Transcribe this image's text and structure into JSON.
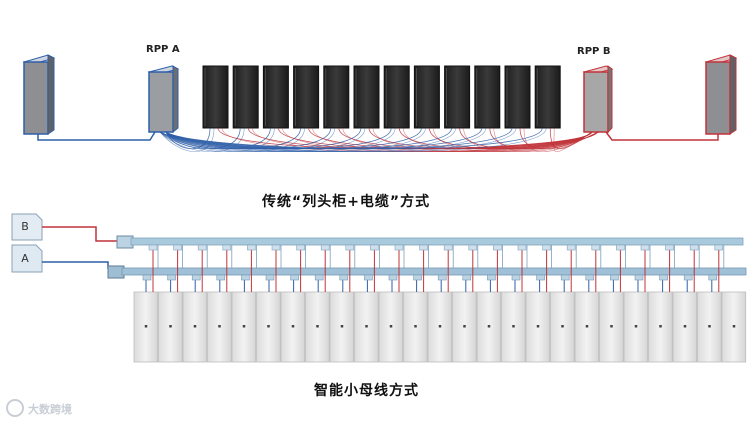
{
  "labels": {
    "rpp_a": "RPP A",
    "rpp_b": "RPP B",
    "caption_top": "传统“列头柜+电缆”方式",
    "caption_bottom": "智能小母线方式",
    "feed_b": "B",
    "feed_a": "A"
  },
  "watermark": {
    "icon": "logo-icon",
    "text": "大数跨境"
  },
  "colors": {
    "blue": "#2f5fa8",
    "red": "#c0343a",
    "rack_dark": "#2b2b2b",
    "busway": "#a9c9dc",
    "cabinet": "#e9e9e9"
  },
  "counts": {
    "top_racks": 12,
    "bottom_cabinets": 25,
    "tap_boxes": 24
  }
}
